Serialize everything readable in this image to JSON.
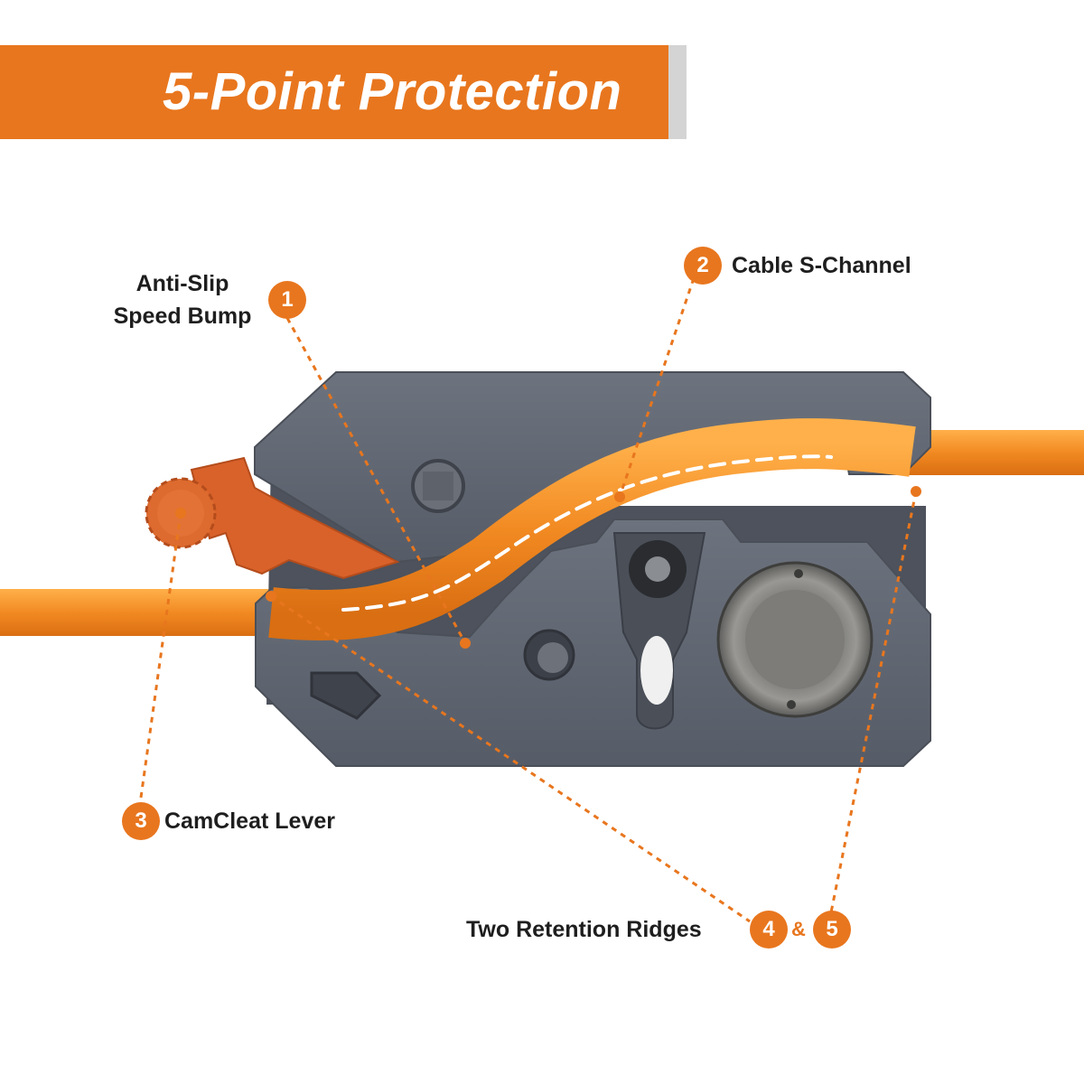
{
  "header": {
    "title": "5-Point Protection"
  },
  "callouts": [
    {
      "id": "1",
      "label_lines": [
        "Anti-Slip",
        "Speed Bump"
      ]
    },
    {
      "id": "2",
      "label": "Cable S-Channel"
    },
    {
      "id": "3",
      "label": "CamCleat Lever"
    },
    {
      "id": "4",
      "label": "Two Retention Ridges"
    },
    {
      "id": "5"
    }
  ],
  "connector": "&",
  "colors": {
    "accent": "#e8761e",
    "banner_shadow": "#d4d4d4",
    "body_metal": "#5f6570",
    "cable": "#f28a22",
    "lever": "#d9622a",
    "text": "#1e1e1e"
  }
}
